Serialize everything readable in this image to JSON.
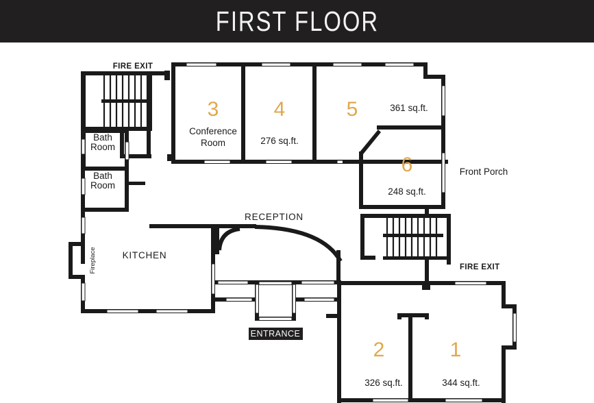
{
  "header": {
    "title": "FIRST FLOOR",
    "bg": "#211f1f",
    "text_color": "#f2f2f2"
  },
  "theme": {
    "wall_color": "#1a1a1a",
    "number_color": "#e0a84e",
    "label_color": "#1a1a1a",
    "background": "#ffffff"
  },
  "plan": {
    "rooms": [
      {
        "key": "room3",
        "number": "3",
        "name_line1": "Conference",
        "name_line2": "Room",
        "area": ""
      },
      {
        "key": "room4",
        "number": "4",
        "area": "276 sq.ft."
      },
      {
        "key": "room5",
        "number": "5",
        "area": "361 sq.ft."
      },
      {
        "key": "room6",
        "number": "6",
        "area": "248 sq.ft."
      },
      {
        "key": "room2",
        "number": "2",
        "area": "326 sq.ft."
      },
      {
        "key": "room1",
        "number": "1",
        "area": "344 sq.ft."
      }
    ],
    "labels": {
      "fire_exit_top": "FIRE EXIT",
      "fire_exit_bottom": "FIRE EXIT",
      "bath_room_1_line1": "Bath",
      "bath_room_1_line2": "Room",
      "bath_room_2_line1": "Bath",
      "bath_room_2_line2": "Room",
      "kitchen": "KITCHEN",
      "reception": "RECEPTION",
      "fireplace": "Fireplace",
      "front_porch": "Front Porch",
      "entrance": "ENTRANCE"
    }
  }
}
